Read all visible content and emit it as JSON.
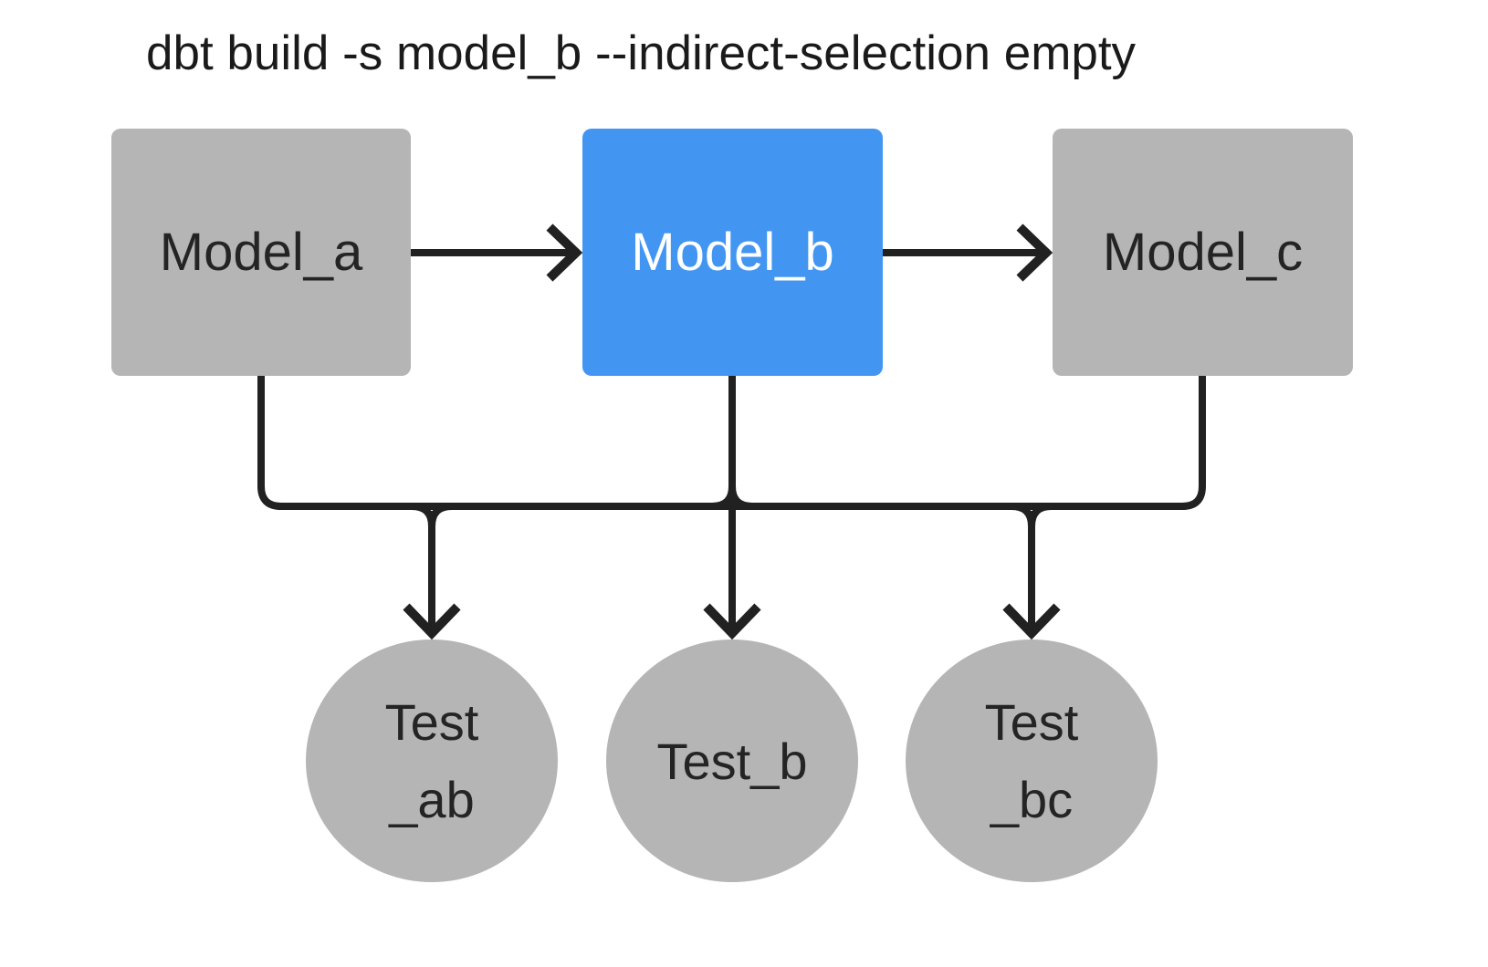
{
  "title": "dbt build -s model_b --indirect-selection empty",
  "colors": {
    "background": "#ffffff",
    "node_gray": "#b5b5b5",
    "node_selected_blue": "#4296f2",
    "edge": "#212121",
    "text_dark": "#242424",
    "text_light": "#ffffff",
    "title_text": "#1a1a1a"
  },
  "nodes": {
    "model_a": {
      "label": "Model_a"
    },
    "model_b": {
      "label": "Model_b"
    },
    "model_c": {
      "label": "Model_c"
    },
    "test_ab": {
      "line1": "Test",
      "line2": "_ab"
    },
    "test_b": {
      "line1": "Test_b"
    },
    "test_bc": {
      "line1": "Test",
      "line2": "_bc"
    }
  }
}
